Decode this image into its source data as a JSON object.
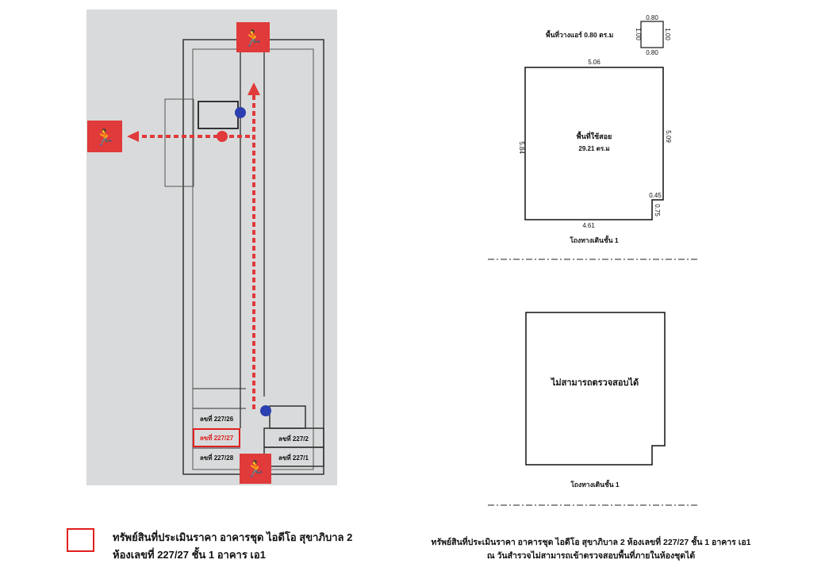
{
  "site_plan": {
    "units": [
      "ลขที่ 227/26",
      "ลขที่ 227/27",
      "ลขที่ 227/28",
      "ลขที่ 227/2",
      "ลขที่ 227/1"
    ],
    "highlight_color": "#e02020",
    "exit_icon": "running-man-exit-icon"
  },
  "unit_plan": {
    "air_area_label": "พื้นที่วางแอร์ 0.80 ตร.ม",
    "air_dims": {
      "top": "0.80",
      "bottom": "0.80",
      "left": "1.00",
      "right": "1.00"
    },
    "room_dims": {
      "top": "5.06",
      "left": "5.84",
      "right": "5.09",
      "notch_top": "0.45",
      "notch_side": "0.75",
      "bottom": "4.61"
    },
    "usable_area_label": "พื้นที่ใช้สอย",
    "usable_area_value": "29.21 ตร.ม",
    "corridor_label": "โถงทางเดินชั้น 1"
  },
  "survey_plan": {
    "status_text": "ไม่สามารถตรวจสอบได้",
    "corridor_label": "โถงทางเดินชั้น 1"
  },
  "legend": {
    "line1": "ทรัพย์สินที่ประเมินราคา อาคารชุด ไอดีโอ สุขาภิบาล 2",
    "line2": "ห้องเลขที่ 227/27 ชั้น 1 อาคาร เอ1"
  },
  "caption": {
    "line1": "ทรัพย์สินที่ประเมินราคา อาคารชุด ไอดีโอ สุขาภิบาล 2 ห้องเลขที่ 227/27 ชั้น 1 อาคาร เอ1",
    "line2": "ณ วันสำรวจไม่สามารถเข้าตรวจสอบพื้นที่ภายในห้องชุดได้"
  }
}
